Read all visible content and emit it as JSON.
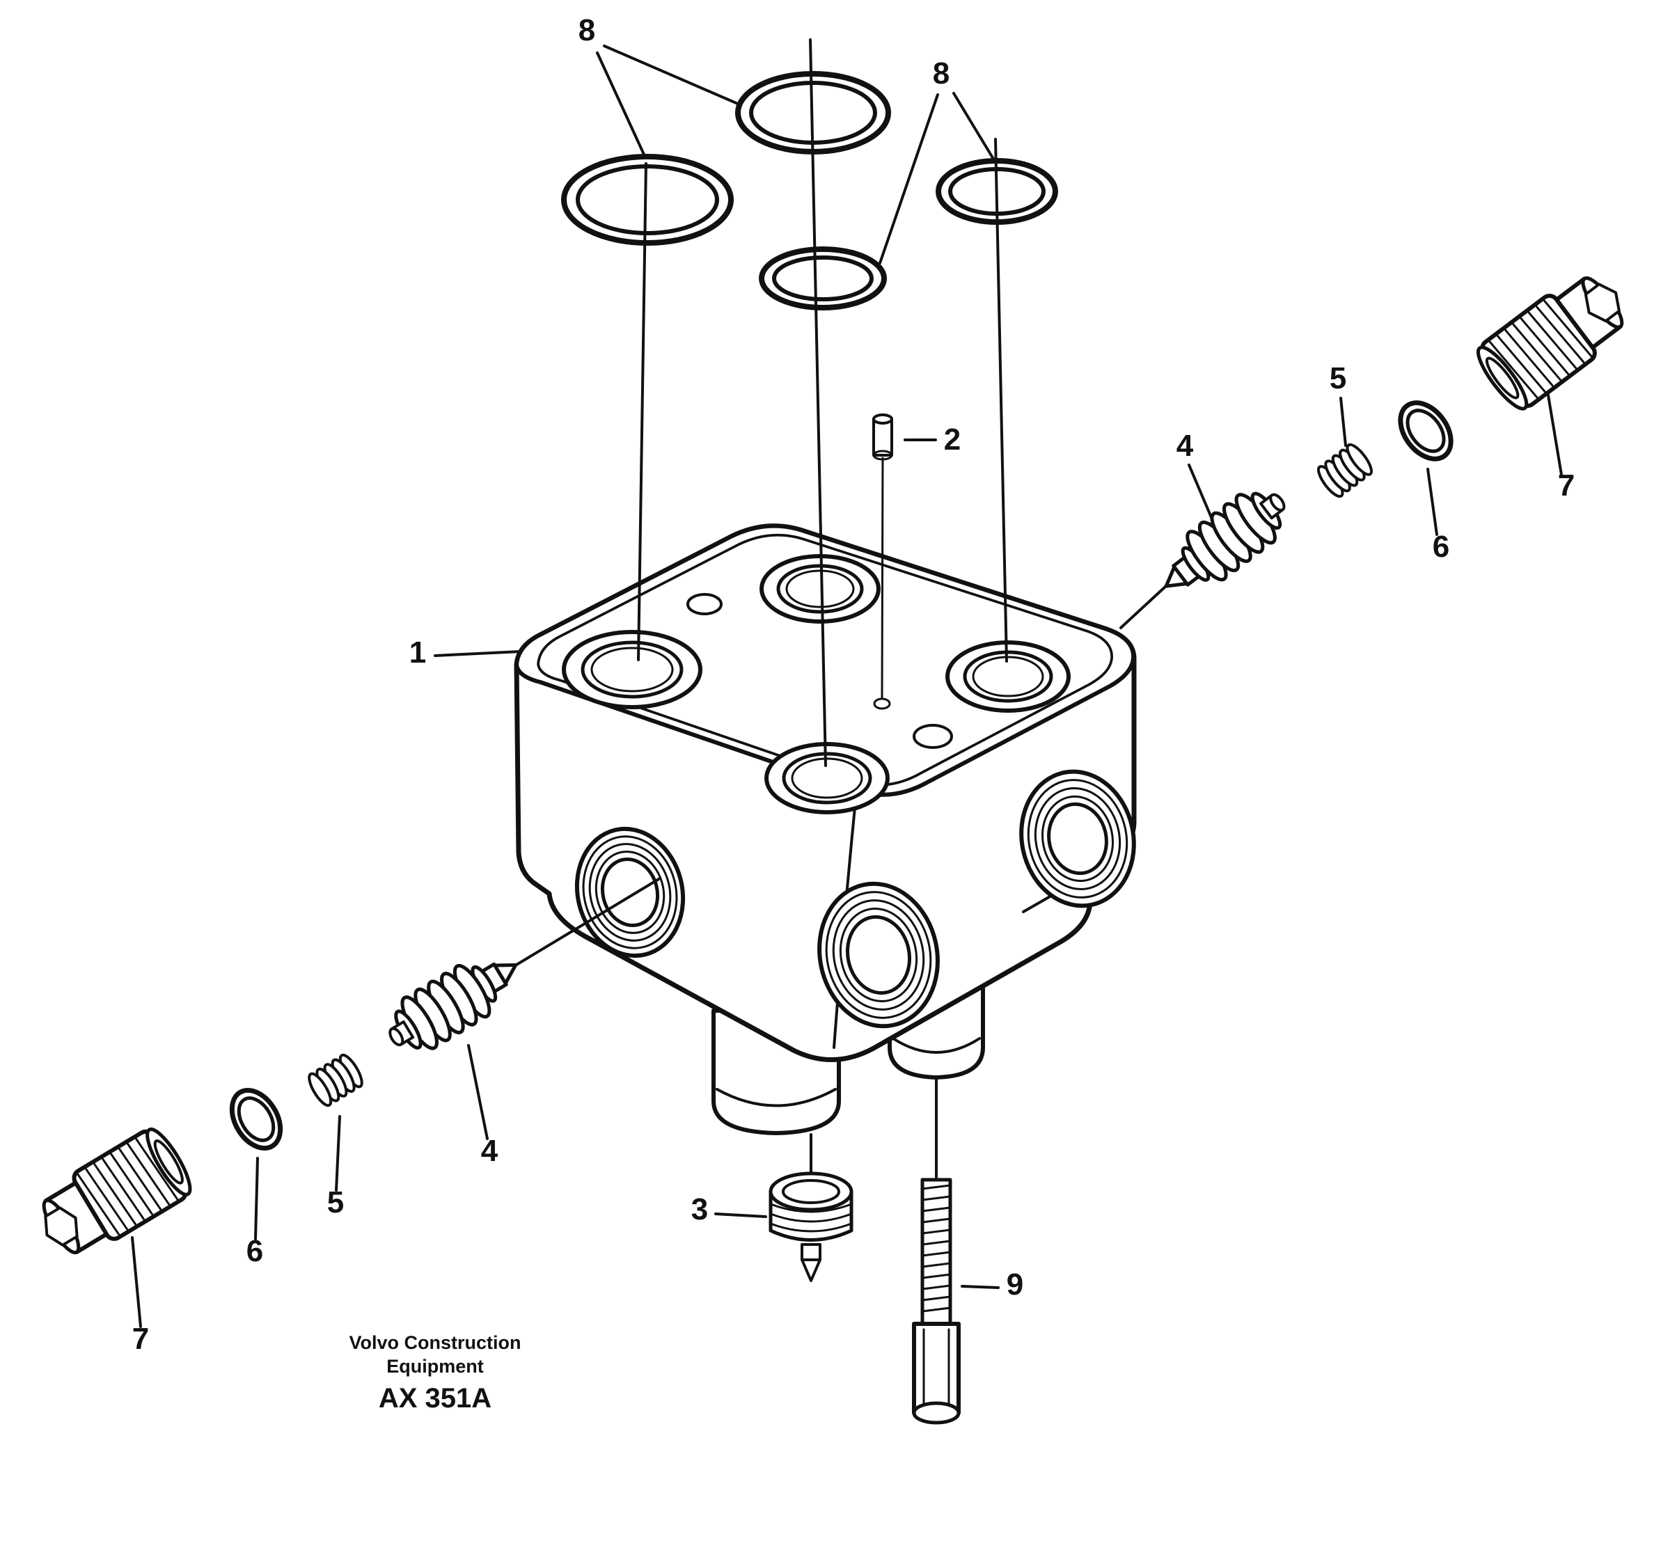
{
  "page": {
    "background": "#ffffff",
    "line_color": "#111111"
  },
  "callouts": {
    "part1": "1",
    "part2": "2",
    "part3": "3",
    "part4_right": "4",
    "part4_left": "4",
    "part5_right": "5",
    "part5_left": "5",
    "part6_right": "6",
    "part6_left": "6",
    "part7_right": "7",
    "part7_left": "7",
    "part8_top": "8",
    "part8_right": "8",
    "part9": "9"
  },
  "footer": {
    "brand_line1": "Volvo Construction",
    "brand_line2": "Equipment",
    "drawing_code": "AX 351A"
  }
}
